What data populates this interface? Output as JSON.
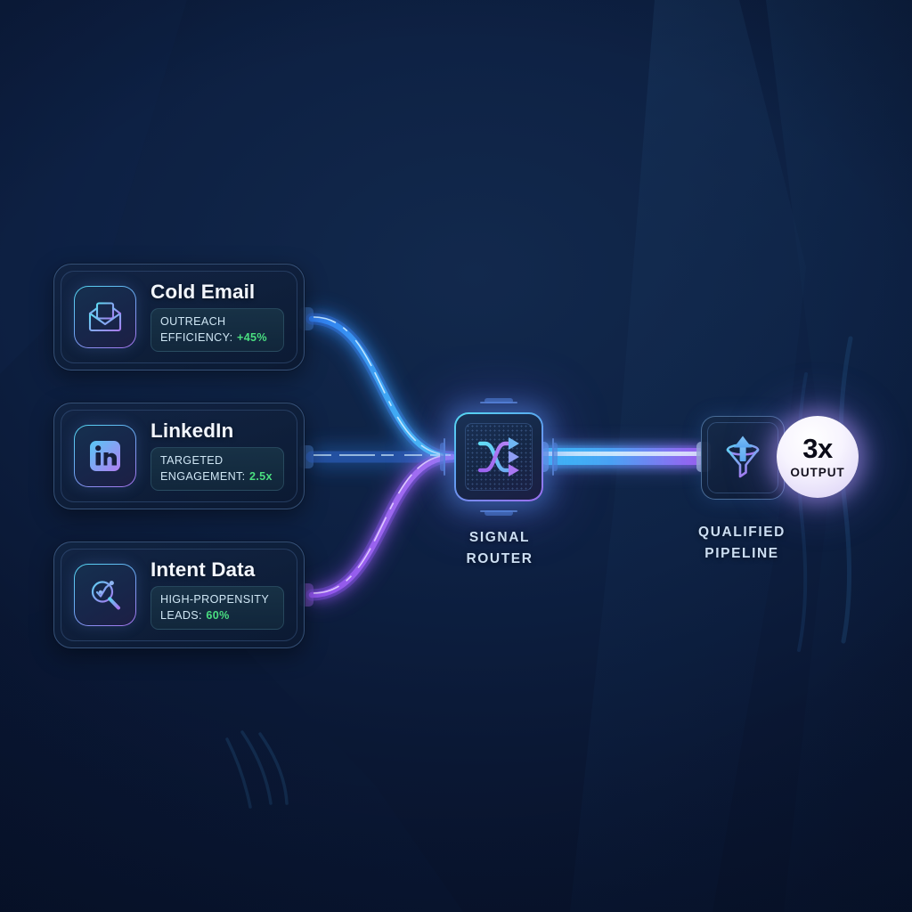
{
  "theme": {
    "background": "#0a1830",
    "accent_cyan": "#56d9f2",
    "accent_blue": "#4f9df0",
    "accent_purple": "#a06cf0",
    "metric_green": "#4ade80",
    "title_color": "#f2f6fd",
    "label_color": "#cddff3"
  },
  "sources": [
    {
      "id": "cold-email",
      "title": "Cold Email",
      "icon": "envelope-icon",
      "metric_label": "OUTREACH EFFICIENCY:",
      "metric_value": "+45%"
    },
    {
      "id": "linkedin",
      "title": "LinkedIn",
      "icon": "linkedin-icon",
      "metric_label": "TARGETED ENGAGEMENT:",
      "metric_value": "2.5x"
    },
    {
      "id": "intent-data",
      "title": "Intent Data",
      "icon": "magnifier-trend-icon",
      "metric_label": "HIGH-PROPENSITY LEADS:",
      "metric_value": "60%"
    }
  ],
  "router": {
    "icon": "shuffle-icon",
    "label_line1": "SIGNAL",
    "label_line2": "ROUTER"
  },
  "output": {
    "icon": "funnel-up-icon",
    "label_line1": "QUALIFIED",
    "label_line2": "PIPELINE",
    "badge_value": "3x",
    "badge_caption": "OUTPUT"
  }
}
